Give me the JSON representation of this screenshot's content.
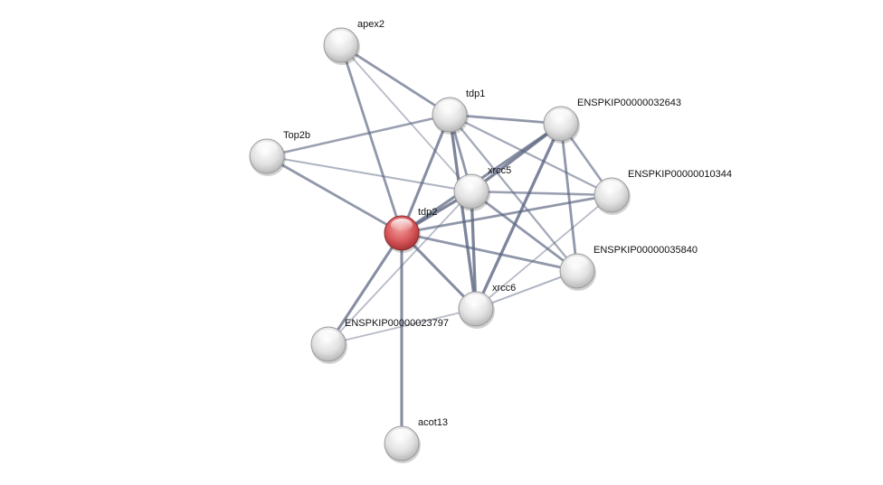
{
  "network": {
    "colors": {
      "edge": "#5a6480",
      "node": "#e8e8e8",
      "query_node": "#d9595c",
      "label": "#111111"
    },
    "nodes": [
      {
        "id": "apex2",
        "label": "apex2",
        "query": false
      },
      {
        "id": "tdp1",
        "label": "tdp1",
        "query": false
      },
      {
        "id": "ENSPKIP00000032643",
        "label": "ENSPKIP00000032643",
        "query": false
      },
      {
        "id": "Top2b",
        "label": "Top2b",
        "query": false
      },
      {
        "id": "ENSPKIP00000010344",
        "label": "ENSPKIP00000010344",
        "query": false
      },
      {
        "id": "xrcc5",
        "label": "xrcc5",
        "query": false
      },
      {
        "id": "tdp2",
        "label": "tdp2",
        "query": true
      },
      {
        "id": "ENSPKIP00000035840",
        "label": "ENSPKIP00000035840",
        "query": false
      },
      {
        "id": "xrcc6",
        "label": "xrcc6",
        "query": false
      },
      {
        "id": "ENSPKIP00000023797",
        "label": "ENSPKIP00000023797",
        "query": false
      },
      {
        "id": "acot13",
        "label": "acot13",
        "query": false
      }
    ],
    "edges": [
      {
        "source": "apex2",
        "target": "tdp1",
        "score": 0.7
      },
      {
        "source": "apex2",
        "target": "tdp2",
        "score": 0.7
      },
      {
        "source": "apex2",
        "target": "xrcc5",
        "score": 0.3
      },
      {
        "source": "Top2b",
        "target": "tdp1",
        "score": 0.6
      },
      {
        "source": "Top2b",
        "target": "tdp2",
        "score": 0.7
      },
      {
        "source": "Top2b",
        "target": "xrcc5",
        "score": 0.4
      },
      {
        "source": "tdp1",
        "target": "tdp2",
        "score": 0.8
      },
      {
        "source": "tdp1",
        "target": "xrcc5",
        "score": 0.7
      },
      {
        "source": "tdp1",
        "target": "xrcc6",
        "score": 0.9
      },
      {
        "source": "tdp1",
        "target": "ENSPKIP00000032643",
        "score": 0.7
      },
      {
        "source": "tdp1",
        "target": "ENSPKIP00000010344",
        "score": 0.5
      },
      {
        "source": "tdp1",
        "target": "ENSPKIP00000035840",
        "score": 0.5
      },
      {
        "source": "tdp2",
        "target": "xrcc5",
        "score": 0.9
      },
      {
        "source": "tdp2",
        "target": "ENSPKIP00000032643",
        "score": 0.8
      },
      {
        "source": "tdp2",
        "target": "ENSPKIP00000010344",
        "score": 0.7
      },
      {
        "source": "tdp2",
        "target": "ENSPKIP00000035840",
        "score": 0.7
      },
      {
        "source": "tdp2",
        "target": "xrcc6",
        "score": 0.8
      },
      {
        "source": "tdp2",
        "target": "acot13",
        "score": 0.8
      },
      {
        "source": "tdp2",
        "target": "ENSPKIP00000023797",
        "score": 0.8
      },
      {
        "source": "xrcc5",
        "target": "ENSPKIP00000032643",
        "score": 0.9
      },
      {
        "source": "xrcc5",
        "target": "xrcc6",
        "score": 0.9
      },
      {
        "source": "xrcc5",
        "target": "ENSPKIP00000010344",
        "score": 0.6
      },
      {
        "source": "xrcc5",
        "target": "ENSPKIP00000035840",
        "score": 0.7
      },
      {
        "source": "xrcc5",
        "target": "ENSPKIP00000023797",
        "score": 0.3
      },
      {
        "source": "ENSPKIP00000032643",
        "target": "xrcc6",
        "score": 0.9
      },
      {
        "source": "ENSPKIP00000032643",
        "target": "ENSPKIP00000010344",
        "score": 0.6
      },
      {
        "source": "ENSPKIP00000032643",
        "target": "ENSPKIP00000035840",
        "score": 0.7
      },
      {
        "source": "ENSPKIP00000010344",
        "target": "xrcc6",
        "score": 0.3
      },
      {
        "source": "ENSPKIP00000035840",
        "target": "xrcc6",
        "score": 0.4
      },
      {
        "source": "ENSPKIP00000023797",
        "target": "xrcc6",
        "score": 0.3
      }
    ]
  }
}
